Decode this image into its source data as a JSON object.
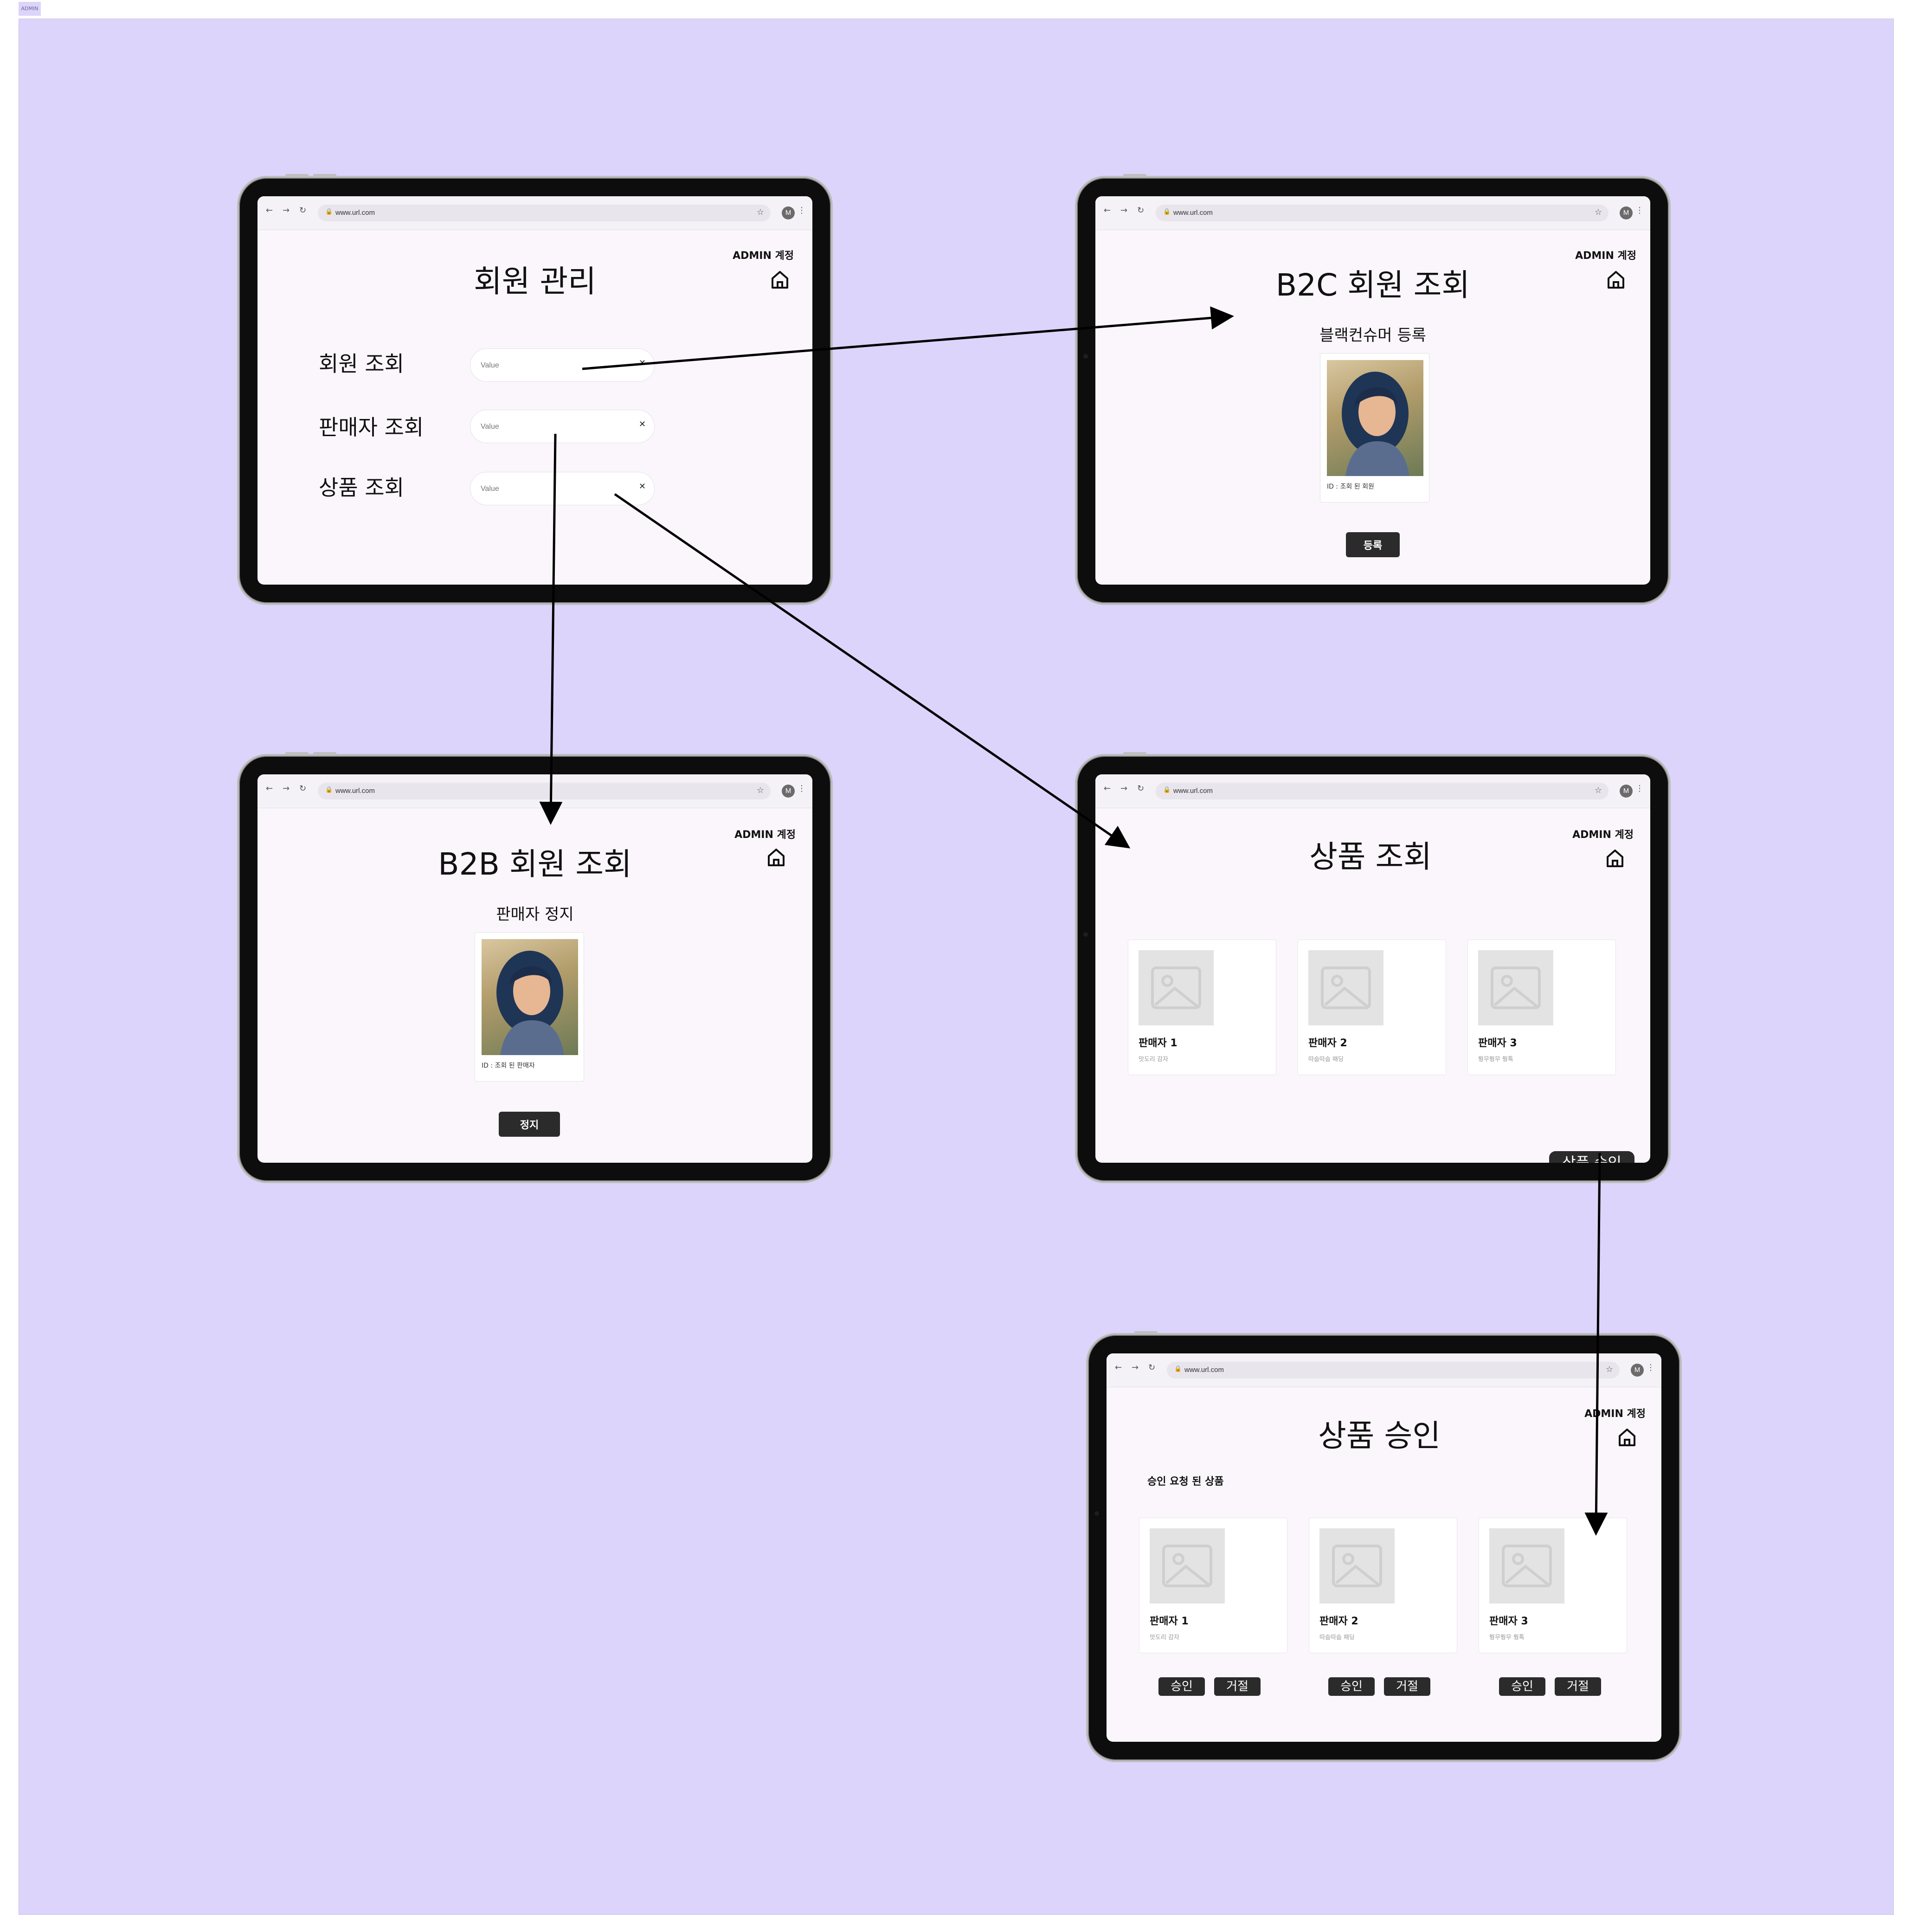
{
  "frame_label": "ADMIN",
  "browser": {
    "url": "www.url.com",
    "avatar": "M"
  },
  "admin_label": "ADMIN 계정",
  "screen1": {
    "title": "회원 관리",
    "rows": [
      {
        "label": "회원 조회",
        "placeholder": "Value"
      },
      {
        "label": "판매자 조회",
        "placeholder": "Value"
      },
      {
        "label": "상품 조회",
        "placeholder": "Value"
      }
    ]
  },
  "screen2": {
    "title": "B2C 회원 조회",
    "subtitle": "블랙컨슈머 등록",
    "caption": "ID : 조회 된 회원",
    "button": "등록"
  },
  "screen3": {
    "title": "B2B 회원 조회",
    "subtitle": "판매자 정지",
    "caption": "ID : 조회 된 판매자",
    "button": "정지"
  },
  "screen4": {
    "title": "상품 조회",
    "products": [
      {
        "name": "판매자 1",
        "desc": "맛도리 감자"
      },
      {
        "name": "판매자 2",
        "desc": "따숩따숩 패딩"
      },
      {
        "name": "판매자 3",
        "desc": "뭥무뭥무 뭥톡"
      }
    ],
    "approve_button": "상품 승인"
  },
  "screen5": {
    "title": "상품 승인",
    "section_label": "승인 요청 된 상품",
    "products": [
      {
        "name": "판매자 1",
        "desc": "맛도리 감자"
      },
      {
        "name": "판매자 2",
        "desc": "따숩따숩 패딩"
      },
      {
        "name": "판매자 3",
        "desc": "뭥무뭥무 뭥톡"
      }
    ],
    "approve_label": "승인",
    "reject_label": "거절"
  }
}
